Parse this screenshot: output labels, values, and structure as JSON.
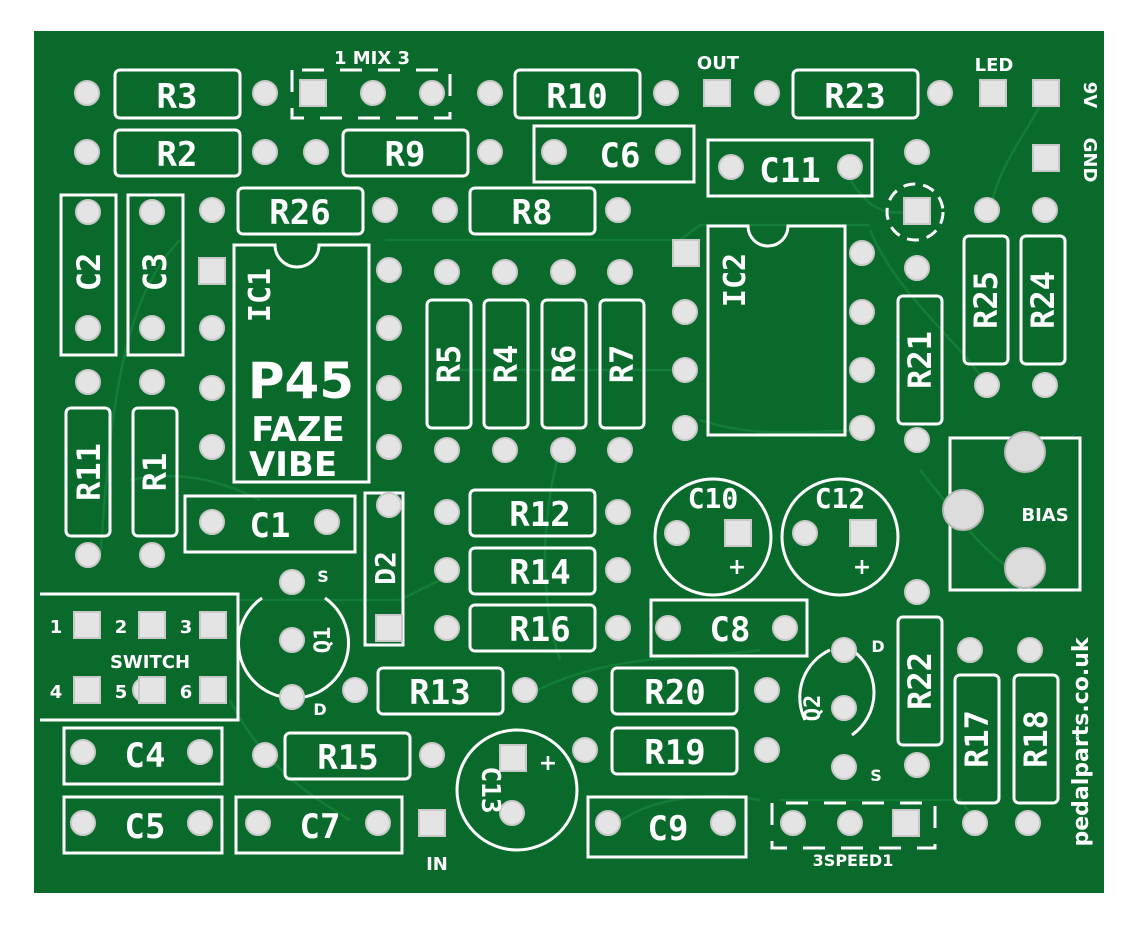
{
  "board": {
    "colors": {
      "background": "#ffffff",
      "solder_mask": "#0a6a2b",
      "trace": "#14803a",
      "silkscreen": "#ffffff",
      "pad": "#e4e4e4",
      "hole": "#c9c9c9"
    },
    "title": "P45",
    "subtitle_line1": "FAZE",
    "subtitle_line2": "VIBE",
    "website": "pedalparts.co.uk"
  },
  "labels": {
    "mix": "1 MIX 3",
    "out": "OUT",
    "led": "LED",
    "v9": "9V",
    "gnd": "GND",
    "in": "IN",
    "bias": "BIAS",
    "switch": "SWITCH",
    "speed": "3SPEED1",
    "sw1": "1",
    "sw2": "2",
    "sw3": "3",
    "sw4": "4",
    "sw5": "5",
    "sw6": "6",
    "q1_s": "S",
    "q1_d": "D",
    "q2_s": "S",
    "q2_d": "D",
    "plus_c10": "+",
    "plus_c12": "+",
    "plus_c13": "+"
  },
  "components": {
    "R1": "R1",
    "R2": "R2",
    "R3": "R3",
    "R4": "R4",
    "R5": "R5",
    "R6": "R6",
    "R7": "R7",
    "R8": "R8",
    "R9": "R9",
    "R10": "R10",
    "R11": "R11",
    "R12": "R12",
    "R13": "R13",
    "R14": "R14",
    "R15": "R15",
    "R16": "R16",
    "R17": "R17",
    "R18": "R18",
    "R19": "R19",
    "R20": "R20",
    "R21": "R21",
    "R22": "R22",
    "R23": "R23",
    "R24": "R24",
    "R25": "R25",
    "R26": "R26",
    "C1": "C1",
    "C2": "C2",
    "C3": "C3",
    "C4": "C4",
    "C5": "C5",
    "C6": "C6",
    "C7": "C7",
    "C8": "C8",
    "C9": "C9",
    "C10": "C10",
    "C11": "C11",
    "C12": "C12",
    "C13": "C13",
    "IC1": "IC1",
    "IC2": "IC2",
    "Q1": "Q1",
    "Q2": "Q2",
    "D2": "D2"
  }
}
